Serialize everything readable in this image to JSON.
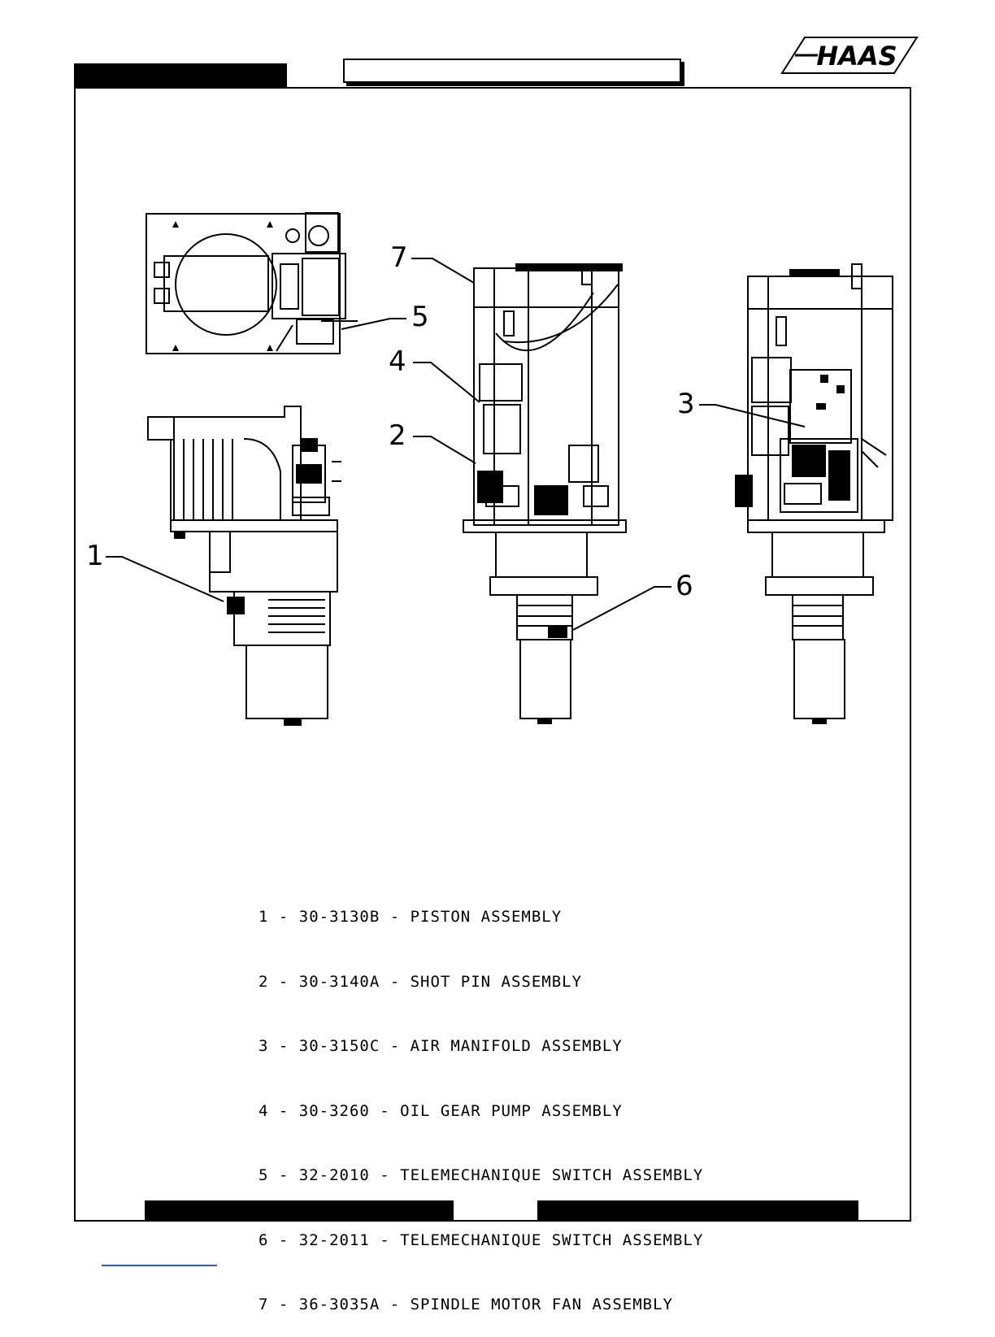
{
  "brand": {
    "logo_text": "HAAS"
  },
  "callouts": [
    "1",
    "2",
    "3",
    "4",
    "5",
    "6",
    "7"
  ],
  "parts_list": [
    "1 - 30-3130B - PISTON ASSEMBLY",
    "2 - 30-3140A - SHOT PIN ASSEMBLY",
    "3 - 30-3150C - AIR MANIFOLD ASSEMBLY",
    "4 - 30-3260 - OIL GEAR PUMP ASSEMBLY",
    "5 - 32-2010 - TELEMECHANIQUE SWITCH ASSEMBLY",
    "6 - 32-2011 - TELEMECHANIQUE SWITCH ASSEMBLY",
    "7 - 36-3035A - SPINDLE MOTOR FAN ASSEMBLY"
  ],
  "colors": {
    "ink": "#000000",
    "paper": "#ffffff",
    "rule": "#3355cc"
  }
}
